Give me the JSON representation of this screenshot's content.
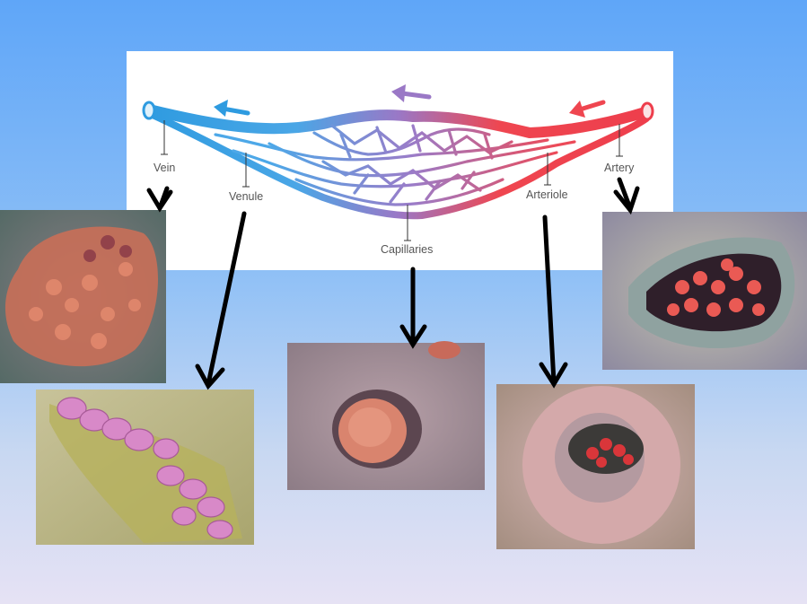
{
  "diagram": {
    "labels": {
      "vein": "Vein",
      "venule": "Venule",
      "capillaries": "Capillaries",
      "arteriole": "Arteriole",
      "artery": "Artery"
    },
    "colors": {
      "venous": "#2e9be0",
      "capillary": "#9a78c6",
      "arterial": "#ef4650",
      "pointer_arrows": "#000000"
    }
  },
  "micrographs": [
    {
      "id": "vein",
      "description_icon": "vein-cross-section-micrograph"
    },
    {
      "id": "venule",
      "description_icon": "venule-micrograph"
    },
    {
      "id": "capillary",
      "description_icon": "capillary-micrograph"
    },
    {
      "id": "arteriole",
      "description_icon": "arteriole-micrograph"
    },
    {
      "id": "artery",
      "description_icon": "artery-cross-section-micrograph"
    }
  ]
}
